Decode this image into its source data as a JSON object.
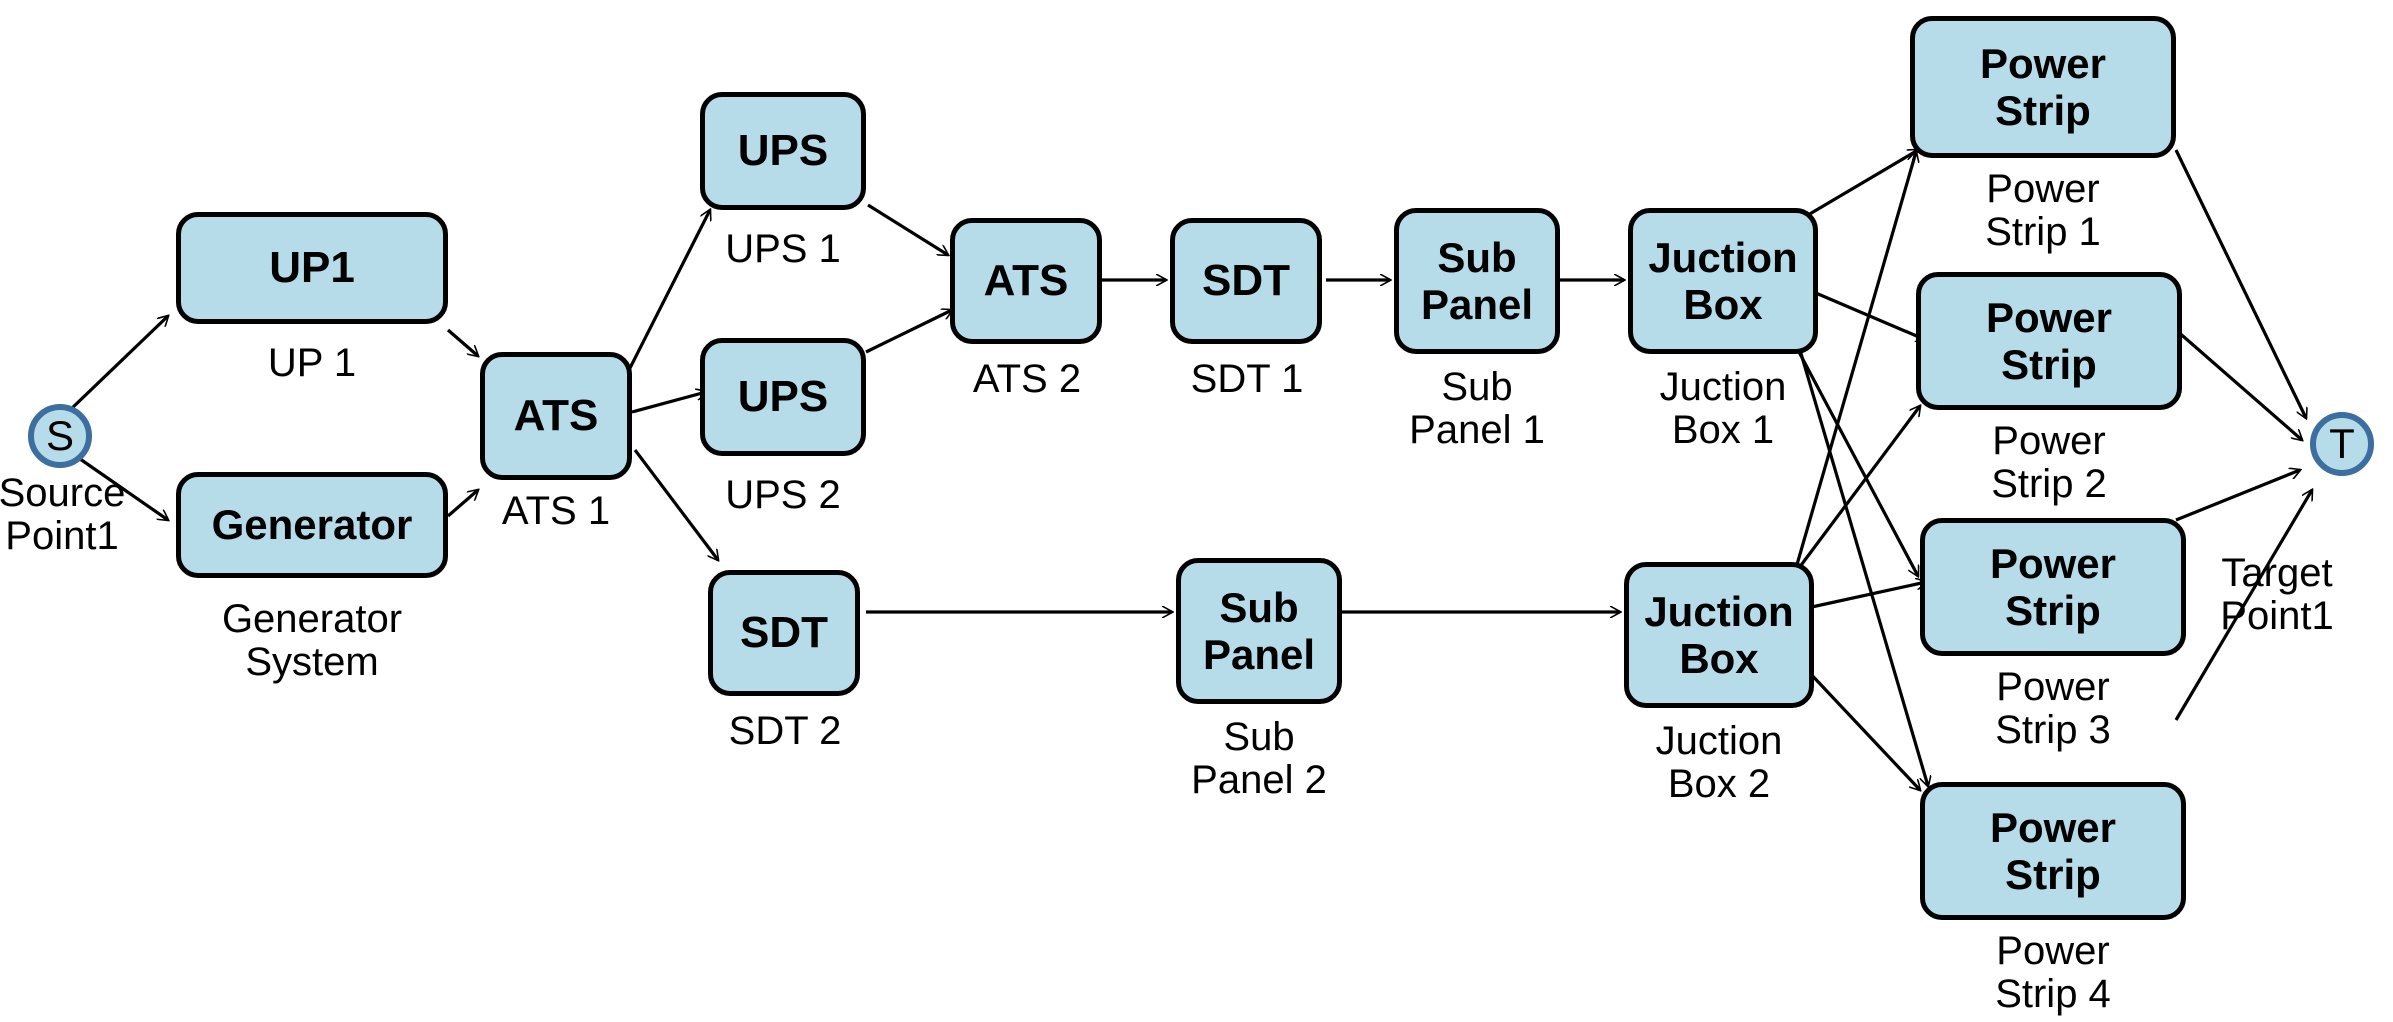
{
  "diagram": {
    "title": "Power distribution reliability block diagram",
    "colors": {
      "node_fill": "#b6dce9",
      "node_stroke": "#000000",
      "endpoint_stroke": "#3c6e9f",
      "edge": "#000000",
      "background": "#ffffff"
    },
    "endpoints": [
      {
        "id": "S",
        "label": "S",
        "caption": "Source\nPoint1"
      },
      {
        "id": "T",
        "label": "T",
        "caption": "Target\nPoint1"
      }
    ],
    "nodes": [
      {
        "id": "up1",
        "label": "UP1",
        "caption": "UP 1"
      },
      {
        "id": "generator",
        "label": "Generator",
        "caption": "Generator\nSystem"
      },
      {
        "id": "ats1",
        "label": "ATS",
        "caption": "ATS 1"
      },
      {
        "id": "ups1",
        "label": "UPS",
        "caption": "UPS 1"
      },
      {
        "id": "ups2",
        "label": "UPS",
        "caption": "UPS 2"
      },
      {
        "id": "ats2",
        "label": "ATS",
        "caption": "ATS 2"
      },
      {
        "id": "sdt1",
        "label": "SDT",
        "caption": "SDT 1"
      },
      {
        "id": "subpanel1",
        "label": "Sub\nPanel",
        "caption": "Sub\nPanel 1"
      },
      {
        "id": "junction1",
        "label": "Juction\nBox",
        "caption": "Juction\nBox 1"
      },
      {
        "id": "sdt2",
        "label": "SDT",
        "caption": "SDT 2"
      },
      {
        "id": "subpanel2",
        "label": "Sub\nPanel",
        "caption": "Sub\nPanel 2"
      },
      {
        "id": "junction2",
        "label": "Juction\nBox",
        "caption": "Juction\nBox 2"
      },
      {
        "id": "strip1",
        "label": "Power\nStrip",
        "caption": "Power\nStrip 1"
      },
      {
        "id": "strip2",
        "label": "Power\nStrip",
        "caption": "Power\nStrip 2"
      },
      {
        "id": "strip3",
        "label": "Power\nStrip",
        "caption": "Power\nStrip 3"
      },
      {
        "id": "strip4",
        "label": "Power\nStrip",
        "caption": "Power\nStrip 4"
      }
    ],
    "edges": [
      {
        "from": "S",
        "to": "up1"
      },
      {
        "from": "S",
        "to": "generator"
      },
      {
        "from": "up1",
        "to": "ats1"
      },
      {
        "from": "generator",
        "to": "ats1"
      },
      {
        "from": "ats1",
        "to": "ups1"
      },
      {
        "from": "ats1",
        "to": "ups2"
      },
      {
        "from": "ats1",
        "to": "sdt2"
      },
      {
        "from": "ups1",
        "to": "ats2"
      },
      {
        "from": "ups2",
        "to": "ats2"
      },
      {
        "from": "ats2",
        "to": "sdt1"
      },
      {
        "from": "sdt1",
        "to": "subpanel1"
      },
      {
        "from": "subpanel1",
        "to": "junction1"
      },
      {
        "from": "sdt2",
        "to": "subpanel2"
      },
      {
        "from": "subpanel2",
        "to": "junction2"
      },
      {
        "from": "junction1",
        "to": "strip1"
      },
      {
        "from": "junction1",
        "to": "strip2"
      },
      {
        "from": "junction1",
        "to": "strip3"
      },
      {
        "from": "junction1",
        "to": "strip4"
      },
      {
        "from": "junction2",
        "to": "strip1"
      },
      {
        "from": "junction2",
        "to": "strip2"
      },
      {
        "from": "junction2",
        "to": "strip3"
      },
      {
        "from": "junction2",
        "to": "strip4"
      },
      {
        "from": "strip1",
        "to": "T"
      },
      {
        "from": "strip2",
        "to": "T"
      },
      {
        "from": "strip3",
        "to": "T"
      },
      {
        "from": "strip4",
        "to": "T"
      }
    ]
  }
}
